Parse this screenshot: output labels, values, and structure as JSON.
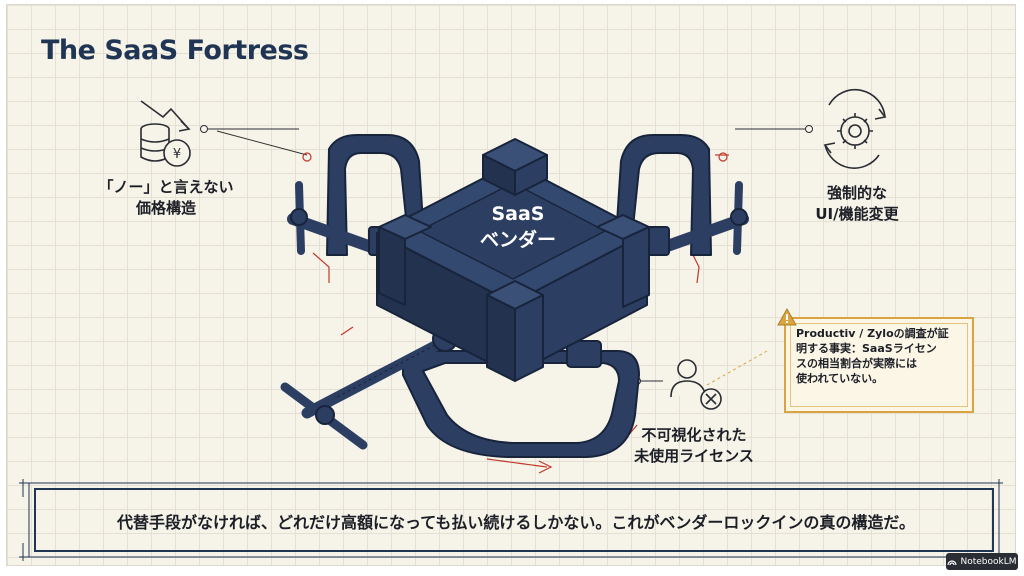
{
  "title": "The SaaS Fortress",
  "center": {
    "line1": "SaaS",
    "line2": "ベンダー"
  },
  "left_label": {
    "line1": "「ノー」と言えない",
    "line2": "価格構造"
  },
  "right_label": {
    "line1": "強制的な",
    "line2": "UI/機能変更"
  },
  "bottom_right_label": {
    "line1": "不可視化された",
    "line2": "未使用ライセンス"
  },
  "warning": {
    "line1": "Productiv / Zyloの調査が証",
    "line2": "明する事実：SaaSライセン",
    "line3": "スの相当割合が実際には",
    "line4": "使われていない。"
  },
  "footer": "代替手段がなければ、どれだけ高額になっても払い続けるしかない。これがベンダーロックインの真の構造だ。",
  "watermark": "NotebookLM",
  "colors": {
    "navy": "#1f3553",
    "block": "#2c3f63",
    "accent_red": "#c0392b",
    "warning": "#d9a441",
    "grid_bg": "#f6f3e9"
  },
  "icons": {
    "left": "coin-stack-yen-icon",
    "right": "gear-cycle-icon",
    "bottom_right": "user-blocked-icon",
    "warning": "warning-triangle-icon"
  }
}
